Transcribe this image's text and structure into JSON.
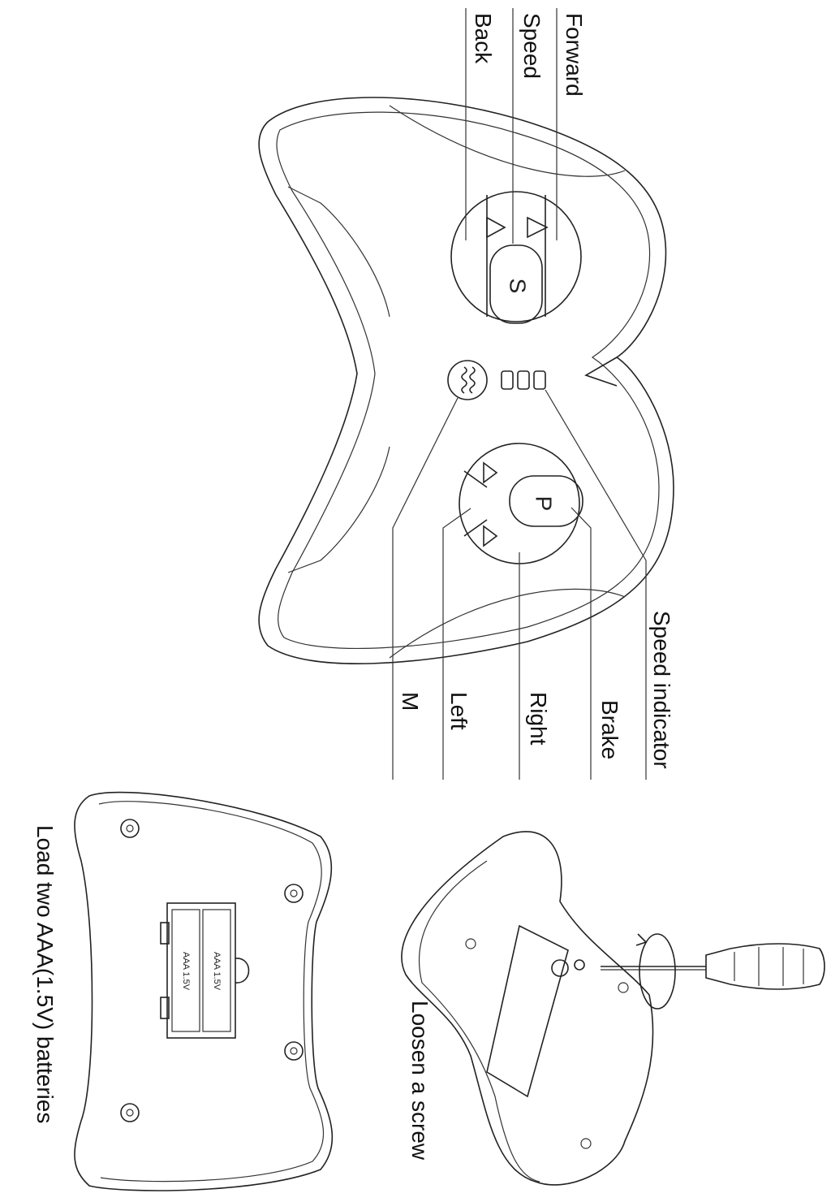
{
  "diagram": {
    "labels": {
      "forward": "Forward",
      "speed": "Speed",
      "back": "Back",
      "speed_indicator": "Speed indicator",
      "brake": "Brake",
      "right": "Right",
      "left": "Left",
      "m": "M"
    },
    "buttons": {
      "speed_button": "S",
      "brake_button": "P"
    },
    "battery": {
      "cell_text": "AAA 1.5V"
    },
    "instructions": {
      "loosen": "Loosen a screw",
      "load": "Load two AAA(1.5V) batteries"
    }
  },
  "colors": {
    "line": "#222222",
    "background": "#ffffff"
  }
}
